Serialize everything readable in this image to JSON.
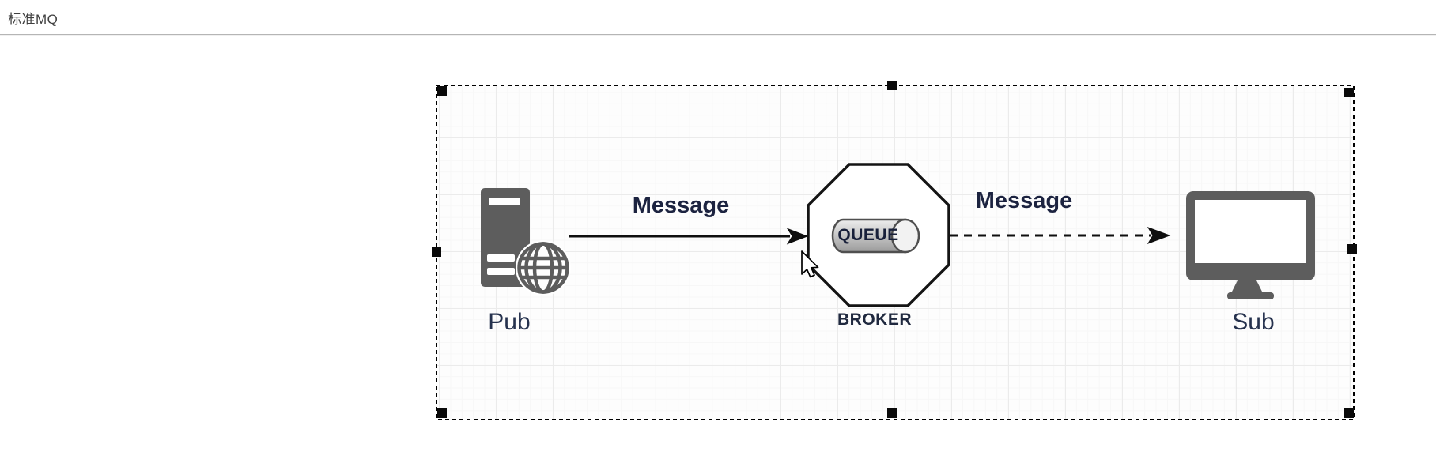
{
  "header": {
    "title": "标准MQ"
  },
  "diagram": {
    "nodes": {
      "pub": {
        "label": "Pub",
        "icon": "server-globe-icon"
      },
      "broker": {
        "label": "BROKER",
        "queue_label": "QUEUE",
        "shape": "octagon"
      },
      "sub": {
        "label": "Sub",
        "icon": "monitor-icon"
      }
    },
    "edges": [
      {
        "label": "Message",
        "style": "solid",
        "from": "pub",
        "to": "broker"
      },
      {
        "label": "Message",
        "style": "dashed",
        "from": "broker",
        "to": "sub"
      }
    ],
    "selection": {
      "state": "selected",
      "handles": 8
    },
    "colors": {
      "icon_gray": "#5d5d5d",
      "label_navy": "#26324e",
      "edge_black": "#0f0f0f",
      "grid_line": "#ebebeb",
      "cylinder_light": "#f2f2f2",
      "cylinder_dark": "#9a9a9a"
    }
  }
}
